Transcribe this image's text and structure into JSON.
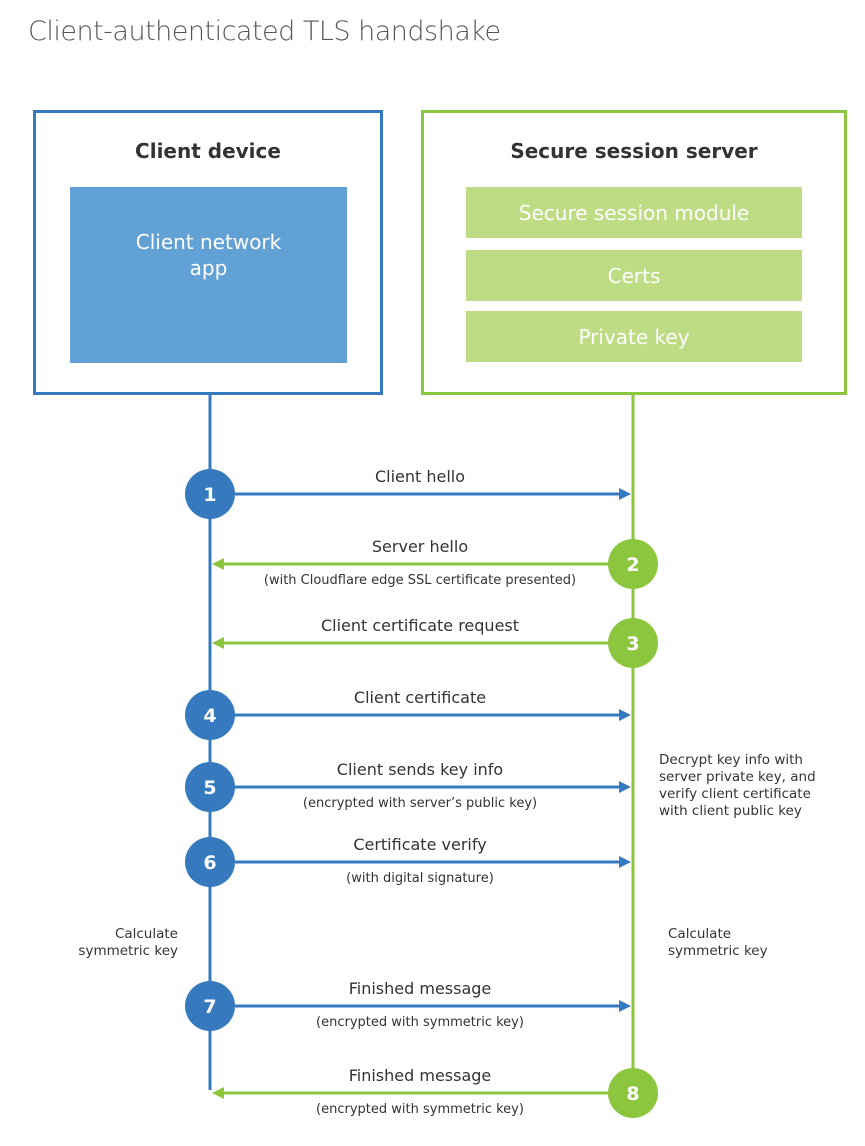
{
  "title": "Client-authenticated TLS handshake",
  "client": {
    "title": "Client device",
    "app": "Client network app"
  },
  "server": {
    "title": "Secure session server",
    "components": [
      "Secure session module",
      "Certs",
      "Private key"
    ]
  },
  "colors": {
    "client": "#3679be",
    "client_fill": "#62a1d6",
    "server": "#8cc63f",
    "server_fill": "#bddc84"
  },
  "messages": [
    {
      "step": "1",
      "direction": "client-to-server",
      "label": "Client hello",
      "detail": ""
    },
    {
      "step": "2",
      "direction": "server-to-client",
      "label": "Server hello",
      "detail": "(with Cloudflare edge SSL certificate presented)"
    },
    {
      "step": "3",
      "direction": "server-to-client",
      "label": "Client certificate request",
      "detail": ""
    },
    {
      "step": "4",
      "direction": "client-to-server",
      "label": "Client certificate",
      "detail": ""
    },
    {
      "step": "5",
      "direction": "client-to-server",
      "label": "Client sends key info",
      "detail": "(encrypted with server’s public key)"
    },
    {
      "step": "6",
      "direction": "client-to-server",
      "label": "Certificate verify",
      "detail": "(with digital signature)"
    },
    {
      "step": "7",
      "direction": "client-to-server",
      "label": "Finished message",
      "detail": "(encrypted with symmetric key)"
    },
    {
      "step": "8",
      "direction": "server-to-client",
      "label": "Finished message",
      "detail": "(encrypted with symmetric key)"
    }
  ],
  "notes": {
    "server_decrypt": [
      "Decrypt key info with",
      "server private key, and",
      "verify client certificate",
      "with client public key"
    ],
    "client_calc": [
      "Calculate",
      "symmetric key"
    ],
    "server_calc": [
      "Calculate",
      "symmetric key"
    ]
  }
}
